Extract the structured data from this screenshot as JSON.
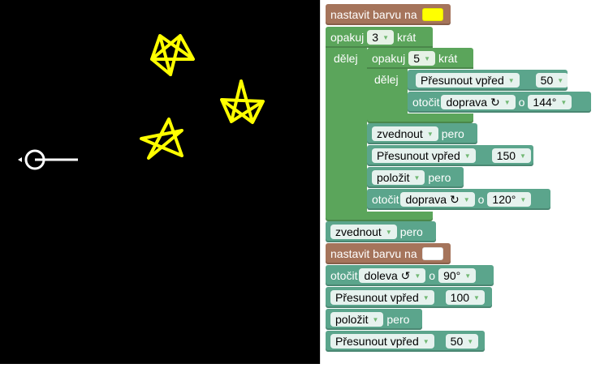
{
  "colors": {
    "star": "#ffff00",
    "turtle": "#ffffff",
    "first_color": "#ffff00",
    "second_color": "#ffffff"
  },
  "blocks": {
    "set_color_1": {
      "label": "nastavit barvu na"
    },
    "repeat_outer": {
      "label": "opakuj",
      "count": "3",
      "suffix": "krát",
      "do": "dělej"
    },
    "repeat_inner": {
      "label": "opakuj",
      "count": "5",
      "suffix": "krát",
      "do": "dělej"
    },
    "move_1": {
      "label": "Přesunout vpřed",
      "value": "50"
    },
    "turn_1": {
      "label": "otočit",
      "direction": "doprava ↻",
      "by": "o",
      "value": "144°"
    },
    "penup_1": {
      "label": "zvednout",
      "suffix": "pero"
    },
    "move_2": {
      "label": "Přesunout vpřed",
      "value": "150"
    },
    "pendown_1": {
      "label": "položit",
      "suffix": "pero"
    },
    "turn_2": {
      "label": "otočit",
      "direction": "doprava ↻",
      "by": "o",
      "value": "120°"
    },
    "penup_2": {
      "label": "zvednout",
      "suffix": "pero"
    },
    "set_color_2": {
      "label": "nastavit barvu na"
    },
    "turn_3": {
      "label": "otočit",
      "direction": "doleva ↺",
      "by": "o",
      "value": "90°"
    },
    "move_3": {
      "label": "Přesunout vpřed",
      "value": "100"
    },
    "pendown_2": {
      "label": "položit",
      "suffix": "pero"
    },
    "move_4": {
      "label": "Přesunout vpřed",
      "value": "50"
    }
  }
}
